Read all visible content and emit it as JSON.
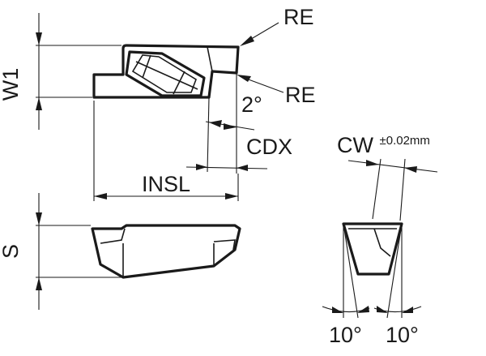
{
  "labels": {
    "re_top": "RE",
    "re_right": "RE",
    "w1": "W1",
    "angle_2": "2°",
    "cdx": "CDX",
    "insl": "INSL",
    "cw": "CW",
    "cw_tolerance": "±0.02mm",
    "s": "S",
    "angle_left": "10°",
    "angle_right": "10°"
  },
  "colors": {
    "line": "#1a1a1a",
    "background": "#ffffff"
  }
}
